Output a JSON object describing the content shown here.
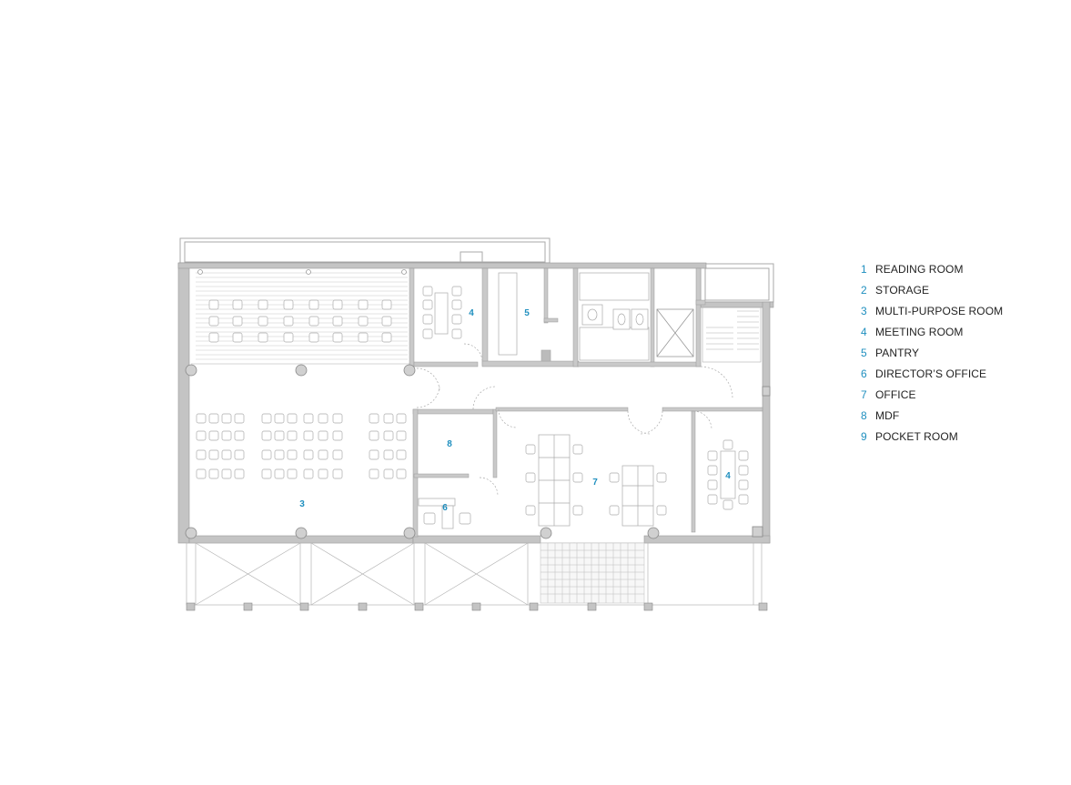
{
  "legend": [
    {
      "num": "1",
      "label": "READING ROOM"
    },
    {
      "num": "2",
      "label": "STORAGE"
    },
    {
      "num": "3",
      "label": "MULTI-PURPOSE ROOM"
    },
    {
      "num": "4",
      "label": "MEETING ROOM"
    },
    {
      "num": "5",
      "label": "PANTRY"
    },
    {
      "num": "6",
      "label": "DIRECTOR’S OFFICE"
    },
    {
      "num": "7",
      "label": "OFFICE"
    },
    {
      "num": "8",
      "label": "MDF"
    },
    {
      "num": "9",
      "label": "POCKET ROOM"
    }
  ],
  "plan_labels": {
    "multi_purpose": "3",
    "meeting_left": "4",
    "pantry": "5",
    "meeting_right": "4",
    "mdf": "8",
    "directors_office": "6",
    "office": "7"
  },
  "colors": {
    "accent": "#1f8fbf",
    "wall": "#b8b8b8",
    "line": "#9a9a9a"
  }
}
